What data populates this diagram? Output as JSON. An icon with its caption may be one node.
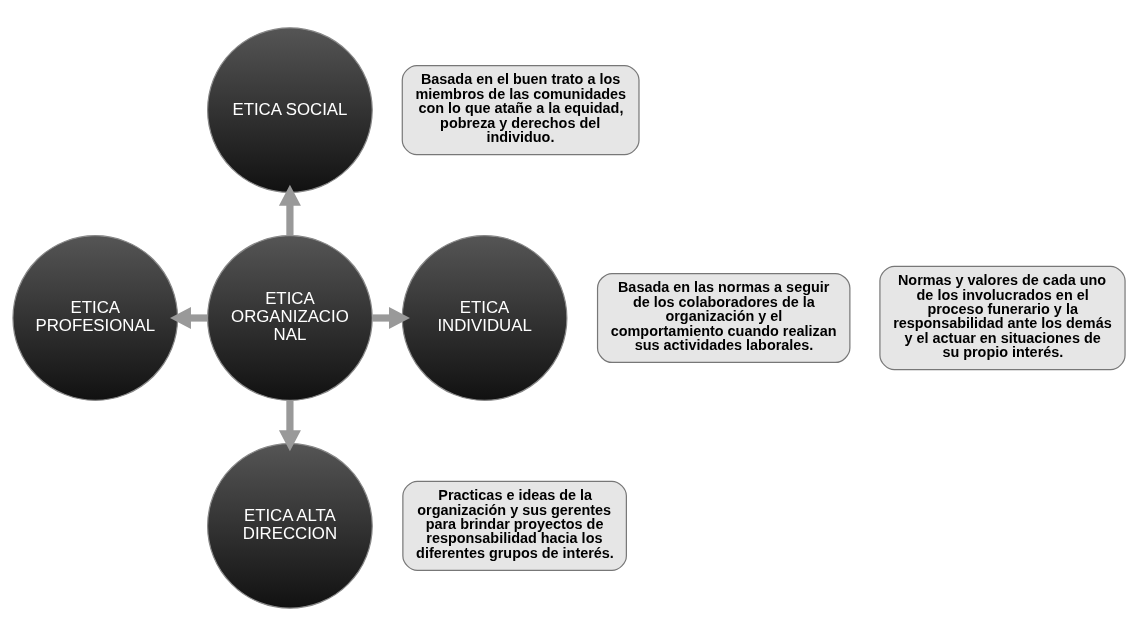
{
  "diagram": {
    "nodes": [
      {
        "text": [
          "ETICA ORGANIZACIO NAL"
        ]
      },
      {
        "text": [
          "ETICA SOCIAL"
        ]
      },
      {
        "text": [
          "Basada en el buen trato a los miembros de las comunidades con lo que atañe a la equidad, pobreza y derechos del individuo."
        ]
      },
      {
        "text": [
          "ETICA PROFESIONAL"
        ]
      },
      {
        "text": [
          "Basada en las normas a seguir de los colaboradores de la organización y el comportamiento cuando realizan sus actividades laborales."
        ]
      },
      {
        "text": [
          "ETICA INDIVIDUAL"
        ]
      },
      {
        "text": [
          "Normas y valores de cada uno de los involucrados en el proceso funerario y la responsabilidad ante los demás y el actuar en situaciones de su propio interés."
        ]
      },
      {
        "text": [
          "ETICA ALTA DIRECCION"
        ]
      },
      {
        "text": [
          "Practicas e ideas de la organización y sus gerentes para brindar proyectos de responsabilidad hacia los diferentes grupos de interés."
        ]
      }
    ],
    "edges": [
      {
        "from": 0,
        "to": 1,
        "arrow": "to"
      },
      {
        "from": 0,
        "to": 3,
        "arrow": "to"
      },
      {
        "from": 0,
        "to": 5,
        "arrow": "to"
      },
      {
        "from": 0,
        "to": 7,
        "arrow": "to"
      }
    ]
  }
}
